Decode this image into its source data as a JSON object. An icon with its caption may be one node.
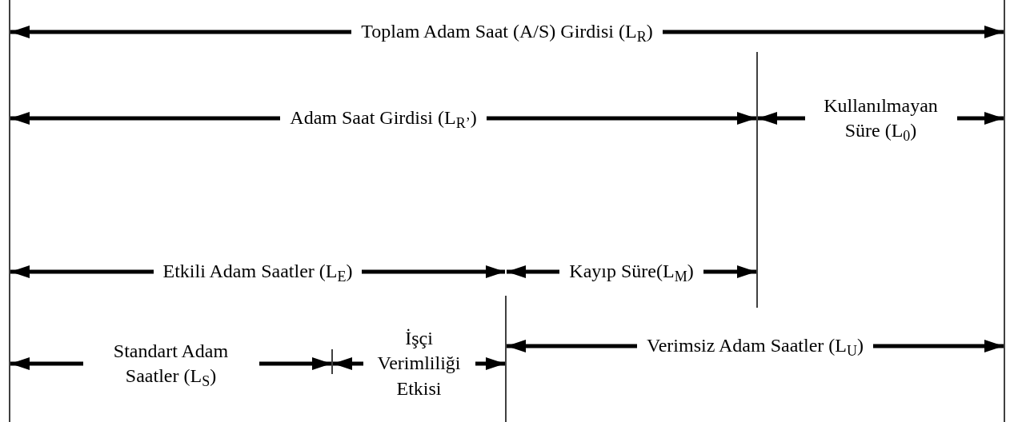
{
  "diagram": {
    "labels": [
      "Toplam Adam Saat (A/S) Girdisi (L$_{R}$)",
      "Adam Saat Girdisi (L$_{R’}$)",
      "Kullanılmayan Süre (L$_{0}$)",
      "Etkili Adam Saatler (L$_{E}$)",
      "Kayıp Süre(L$_{M}$)",
      "Verimsiz Adam Saatler (L$_{U}$)",
      "Standart Adam Saatler (L$_{S}$)",
      "İşçi Verimliliği Etkisi"
    ]
  }
}
